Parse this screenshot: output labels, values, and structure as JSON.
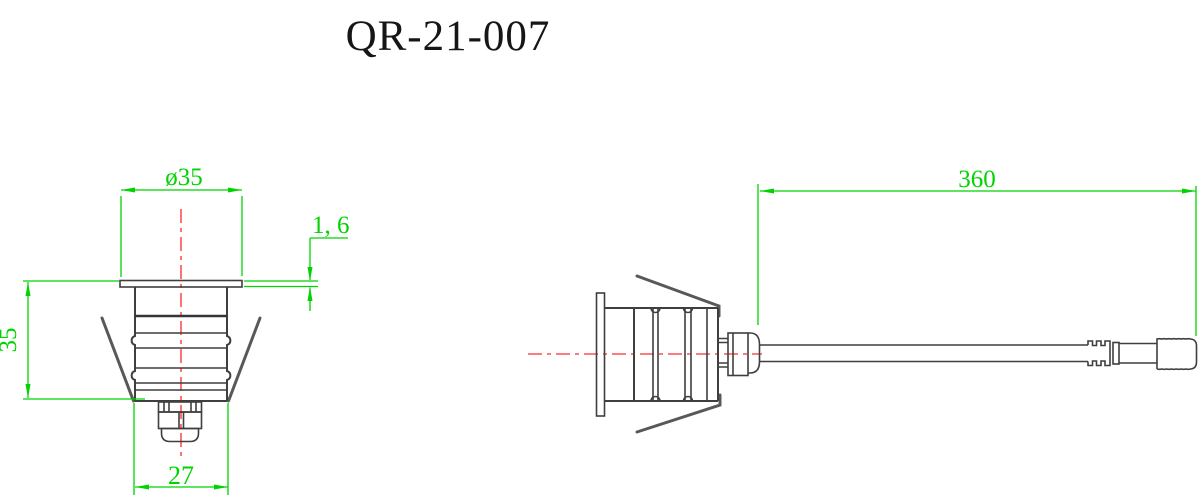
{
  "drawing": {
    "title": "QR-21-007",
    "front_view": {
      "diameter_label": "ø35",
      "flange_thickness_label": "1, 6",
      "height_label": "35",
      "bottom_width_label": "27"
    },
    "side_view": {
      "cable_length_label": "360"
    },
    "colors": {
      "outline": "#3f3f3f",
      "dimension_green": "#00d400",
      "centerline_red": "#ff5050",
      "title_black": "#161616",
      "background": "#ffffff"
    }
  }
}
